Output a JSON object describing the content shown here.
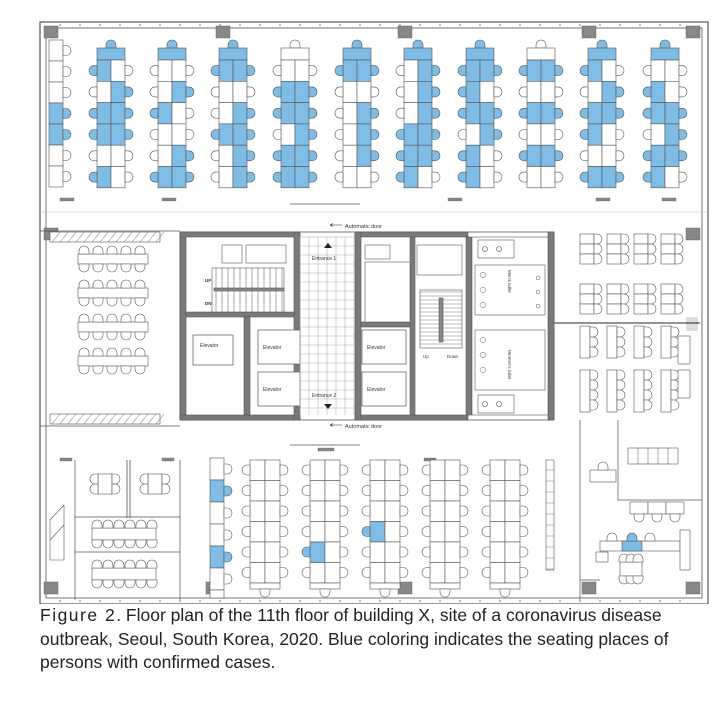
{
  "figure": {
    "label": "Figure 2",
    "caption": ". Floor plan of the 11th floor of building X, site of a coronavirus disease outbreak, Seoul, South Korea, 2020. Blue coloring indicates the seating places of persons with confirmed cases."
  },
  "plan_labels": {
    "automatic_door_top": "Automatic door",
    "automatic_door_bottom": "Automatic door",
    "entrance_1": "Entrance 1",
    "entrance_2": "Entrance 2",
    "elevator": "Elevator",
    "stair_up": "UP",
    "stair_dn": "DN",
    "stair2_up": "Up",
    "stair2_down": "Down",
    "mens_toilet": "Men's toilet",
    "womens_toilet": "Women's toilet"
  },
  "colors": {
    "case_seat": "#7fbde6",
    "wall": "#7a7a7a",
    "line": "#555555"
  },
  "top_desk_cases": {
    "left_single_column": [
      0,
      0,
      0,
      1,
      1,
      0,
      0
    ],
    "columns": [
      {
        "head": 1,
        "rows": [
          [
            1,
            0
          ],
          [
            0,
            1
          ],
          [
            1,
            1
          ],
          [
            1,
            1
          ],
          [
            0,
            0
          ],
          [
            1,
            0
          ]
        ]
      },
      {
        "head": 1,
        "rows": [
          [
            0,
            0
          ],
          [
            0,
            1
          ],
          [
            1,
            0
          ],
          [
            0,
            0
          ],
          [
            0,
            1
          ],
          [
            1,
            1
          ]
        ]
      },
      {
        "head": 1,
        "rows": [
          [
            1,
            1
          ],
          [
            0,
            0
          ],
          [
            0,
            1
          ],
          [
            1,
            1
          ],
          [
            0,
            1
          ],
          [
            0,
            1
          ]
        ]
      },
      {
        "head": 0,
        "rows": [
          [
            0,
            0
          ],
          [
            1,
            1
          ],
          [
            1,
            1
          ],
          [
            0,
            1
          ],
          [
            1,
            1
          ],
          [
            1,
            1
          ]
        ]
      },
      {
        "head": 1,
        "rows": [
          [
            1,
            1
          ],
          [
            0,
            0
          ],
          [
            0,
            1
          ],
          [
            0,
            1
          ],
          [
            0,
            1
          ],
          [
            0,
            0
          ]
        ]
      },
      {
        "head": 1,
        "rows": [
          [
            0,
            1
          ],
          [
            0,
            1
          ],
          [
            0,
            1
          ],
          [
            1,
            1
          ],
          [
            1,
            1
          ],
          [
            1,
            0
          ]
        ]
      },
      {
        "head": 1,
        "rows": [
          [
            1,
            1
          ],
          [
            1,
            0
          ],
          [
            1,
            1
          ],
          [
            0,
            1
          ],
          [
            1,
            0
          ],
          [
            1,
            0
          ]
        ]
      },
      {
        "head": 0,
        "rows": [
          [
            1,
            1
          ],
          [
            0,
            0
          ],
          [
            1,
            1
          ],
          [
            0,
            0
          ],
          [
            1,
            1
          ],
          [
            0,
            0
          ]
        ]
      },
      {
        "head": 1,
        "rows": [
          [
            1,
            0
          ],
          [
            0,
            1
          ],
          [
            1,
            1
          ],
          [
            1,
            0
          ],
          [
            0,
            0
          ],
          [
            1,
            1
          ]
        ]
      },
      {
        "head": 1,
        "rows": [
          [
            0,
            0
          ],
          [
            1,
            0
          ],
          [
            1,
            1
          ],
          [
            0,
            1
          ],
          [
            1,
            1
          ],
          [
            1,
            0
          ]
        ]
      }
    ]
  },
  "bottom_desk_cases": {
    "single_column": [
      0,
      1,
      0,
      0,
      1,
      0
    ],
    "columns": [
      {
        "rows": [
          [
            0,
            0
          ],
          [
            0,
            0
          ],
          [
            0,
            0
          ],
          [
            0,
            0
          ],
          [
            0,
            0
          ],
          [
            0,
            0
          ]
        ]
      },
      {
        "rows": [
          [
            0,
            0
          ],
          [
            0,
            0
          ],
          [
            0,
            0
          ],
          [
            0,
            0
          ],
          [
            1,
            0
          ],
          [
            0,
            0
          ]
        ]
      },
      {
        "rows": [
          [
            0,
            0
          ],
          [
            0,
            0
          ],
          [
            0,
            0
          ],
          [
            1,
            0
          ],
          [
            0,
            0
          ],
          [
            0,
            0
          ]
        ]
      },
      {
        "rows": [
          [
            0,
            0
          ],
          [
            0,
            0
          ],
          [
            0,
            0
          ],
          [
            0,
            0
          ],
          [
            0,
            0
          ],
          [
            0,
            0
          ]
        ]
      },
      {
        "rows": [
          [
            0,
            0
          ],
          [
            0,
            0
          ],
          [
            0,
            0
          ],
          [
            0,
            0
          ],
          [
            0,
            0
          ],
          [
            0,
            0
          ]
        ]
      }
    ],
    "right_room_case_desk": 1
  }
}
